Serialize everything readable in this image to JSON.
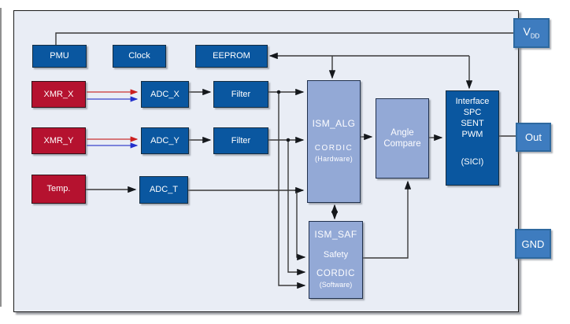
{
  "figure": {
    "type": "sensor-block-diagram"
  },
  "blocks": {
    "pmu": {
      "label": "PMU"
    },
    "clock": {
      "label": "Clock"
    },
    "eeprom": {
      "label": "EEPROM"
    },
    "xmr_x": {
      "label": "XMR_X"
    },
    "adc_x": {
      "label": "ADC_X"
    },
    "filter_x": {
      "label": "Filter"
    },
    "xmr_y": {
      "label": "XMR_Y"
    },
    "adc_y": {
      "label": "ADC_Y"
    },
    "filter_y": {
      "label": "Filter"
    },
    "temp": {
      "label": "Temp."
    },
    "adc_t": {
      "label": "ADC_T"
    },
    "ism_alg": {
      "title": "ISM_ALG",
      "sub1": "CORDIC",
      "sub2": "(Hardware)"
    },
    "ism_saf": {
      "title": "ISM_SAF",
      "sub1": "Safety",
      "sub2": "CORDIC",
      "sub3": "(Software)"
    },
    "angle_compare": {
      "line1": "Angle",
      "line2": "Compare"
    },
    "interface": {
      "line1": "Interface",
      "line2": "SPC",
      "line3": "SENT",
      "line4": "PWM",
      "line5": "(SICI)"
    },
    "vdd": {
      "main": "V",
      "sub": "DD"
    },
    "out": {
      "label": "Out"
    },
    "gnd": {
      "label": "GND"
    }
  },
  "colors": {
    "dark_blue": "#0a57a0",
    "block_red": "#b5122f",
    "light_blue": "#93a9d6",
    "pin_blue": "#3e7cbf",
    "canvas_bg": "#e9edf5",
    "signal_red": "#cc3333",
    "signal_blue": "#3a44cc"
  },
  "edges": [
    {
      "from": "PMU",
      "to": "VDD",
      "style": "plain"
    },
    {
      "from": "bus",
      "to": "EEPROM",
      "style": "arrow"
    },
    {
      "from": "bus",
      "to": "ISM_ALG",
      "style": "arrow"
    },
    {
      "from": "bus",
      "to": "Interface",
      "style": "arrow"
    },
    {
      "from": "XMR_X",
      "to": "ADC_X",
      "style": "red+blue arrows"
    },
    {
      "from": "XMR_Y",
      "to": "ADC_Y",
      "style": "red+blue arrows"
    },
    {
      "from": "ADC_X",
      "to": "Filter",
      "style": "arrow"
    },
    {
      "from": "ADC_Y",
      "to": "Filter",
      "style": "arrow"
    },
    {
      "from": "Temp.",
      "to": "ADC_T",
      "style": "arrow"
    },
    {
      "from": "Filter (X)",
      "to": "ISM_ALG",
      "style": "arrow"
    },
    {
      "from": "Filter (Y)",
      "to": "ISM_ALG",
      "style": "arrow"
    },
    {
      "from": "ADC_T",
      "to": "ISM_ALG",
      "style": "arrow"
    },
    {
      "from": "Filter (X)",
      "to": "ISM_SAF",
      "style": "arrow"
    },
    {
      "from": "Filter (Y)",
      "to": "ISM_SAF",
      "style": "arrow"
    },
    {
      "from": "ADC_T",
      "to": "ISM_SAF",
      "style": "arrow"
    },
    {
      "from": "ISM_ALG",
      "to": "ISM_SAF",
      "style": "bidirectional arrow"
    },
    {
      "from": "ISM_ALG",
      "to": "Angle Compare",
      "style": "arrow"
    },
    {
      "from": "ISM_SAF",
      "to": "Angle Compare",
      "style": "arrow"
    },
    {
      "from": "Angle Compare",
      "to": "Interface",
      "style": "arrow"
    },
    {
      "from": "Interface",
      "to": "Out",
      "style": "plain"
    }
  ]
}
